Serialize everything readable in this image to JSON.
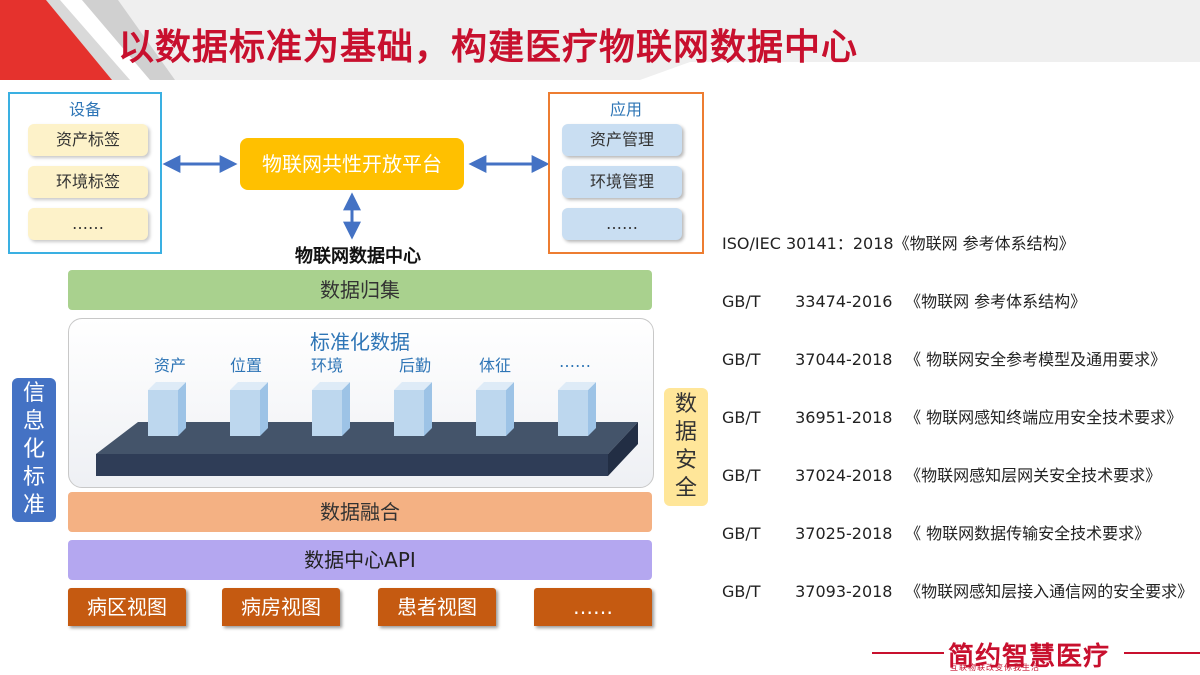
{
  "slide": {
    "title": "以数据标准为基础，构建医疗物联网数据中心",
    "colors": {
      "title": "#c8102e",
      "accent_blue": "#2e75b6",
      "platform": "#ffc000"
    }
  },
  "devices": {
    "title": "设备",
    "items": [
      "资产标签",
      "环境标签",
      "……"
    ]
  },
  "platform": {
    "label": "物联网共性开放平台"
  },
  "applications": {
    "title": "应用",
    "items": [
      "资产管理",
      "环境管理",
      "……"
    ]
  },
  "data_center": {
    "title": "物联网数据中心",
    "collection": "数据归集",
    "standardized": {
      "title": "标准化数据",
      "categories": [
        "资产",
        "位置",
        "环境",
        "后勤",
        "体征",
        "……"
      ]
    },
    "fusion": "数据融合",
    "api": "数据中心API",
    "views": [
      "病区视图",
      "病房视图",
      "患者视图",
      "……"
    ],
    "left_side": "信息化标准",
    "right_side": "数据安全"
  },
  "standards": [
    {
      "code": "ISO/IEC",
      "number": "30141：2018",
      "name": "《物联网 参考体系结构》"
    },
    {
      "code": "GB/T",
      "number": "33474-2016",
      "name": "《物联网  参考体系结构》"
    },
    {
      "code": "GB/T",
      "number": "37044-2018",
      "name": "《 物联网安全参考模型及通用要求》"
    },
    {
      "code": "GB/T",
      "number": "36951-2018",
      "name": "《 物联网感知终端应用安全技术要求》"
    },
    {
      "code": "GB/T",
      "number": "37024-2018",
      "name": "《物联网感知层网关安全技术要求》"
    },
    {
      "code": "GB/T",
      "number": "37025-2018",
      "name": "《 物联网数据传输安全技术要求》"
    },
    {
      "code": "GB/T",
      "number": "37093-2018",
      "name": "《物联网感知层接入通信网的安全要求》"
    }
  ],
  "logo": {
    "name": "简约智慧医疗",
    "tagline": "互联物联改变你我生活"
  }
}
